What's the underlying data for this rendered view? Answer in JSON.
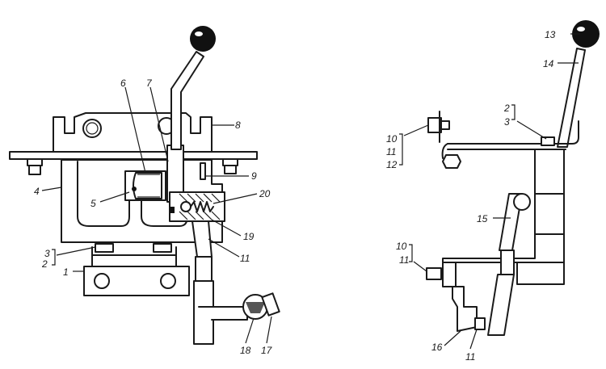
{
  "left_view": {
    "labels": {
      "l1": "1",
      "l2": "2",
      "l3": "3",
      "l4": "4",
      "l5": "5",
      "l6": "6",
      "l7": "7",
      "l8": "8",
      "l9": "9",
      "l11": "11",
      "l17": "17",
      "l18": "18",
      "l19": "19",
      "l20": "20"
    }
  },
  "right_view": {
    "labels": {
      "l2": "2",
      "l3": "3",
      "l10a": "10",
      "l11a": "11",
      "l12": "12",
      "l10b": "10",
      "l11b": "11",
      "l13": "13",
      "l14": "14",
      "l15": "15",
      "l16": "16",
      "l11c": "11"
    }
  }
}
